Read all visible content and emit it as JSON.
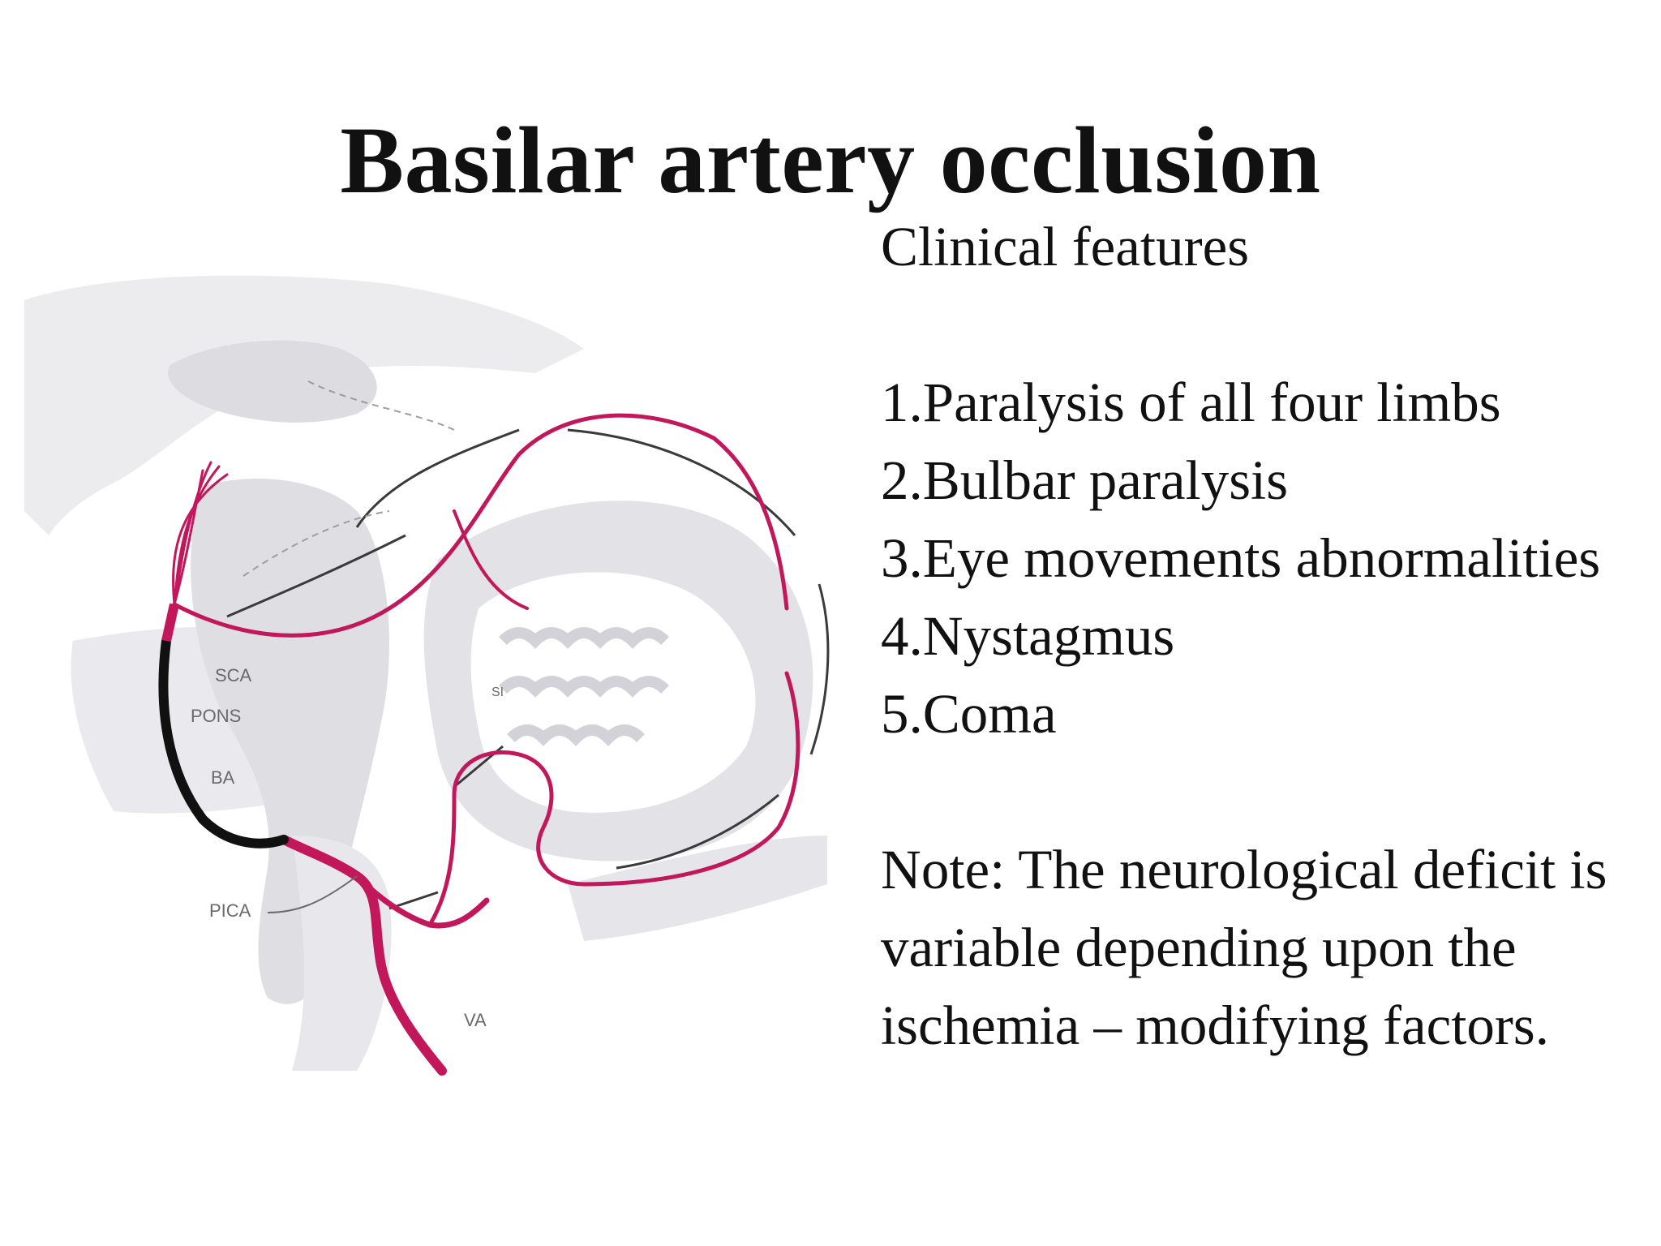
{
  "title": "Basilar artery occlusion",
  "subtitle": "Clinical features",
  "features": [
    "1.Paralysis of all four limbs",
    "2.Bulbar paralysis",
    "3.Eye movements abnormalities",
    "4.Nystagmus",
    "5.Coma"
  ],
  "note": "Note: The neurological deficit is variable depending upon the ischemia – modifying factors.",
  "diagram": {
    "labels": {
      "sca": "SCA",
      "pons": "PONS",
      "ba": "BA",
      "pica": "PICA",
      "va": "VA",
      "si": "SI"
    },
    "colors": {
      "artery": "#c2185b",
      "occluded_segment": "#111111",
      "brain_tissue": "#e4e4e8",
      "cerebellum_white_matter": "#ffffff"
    }
  }
}
